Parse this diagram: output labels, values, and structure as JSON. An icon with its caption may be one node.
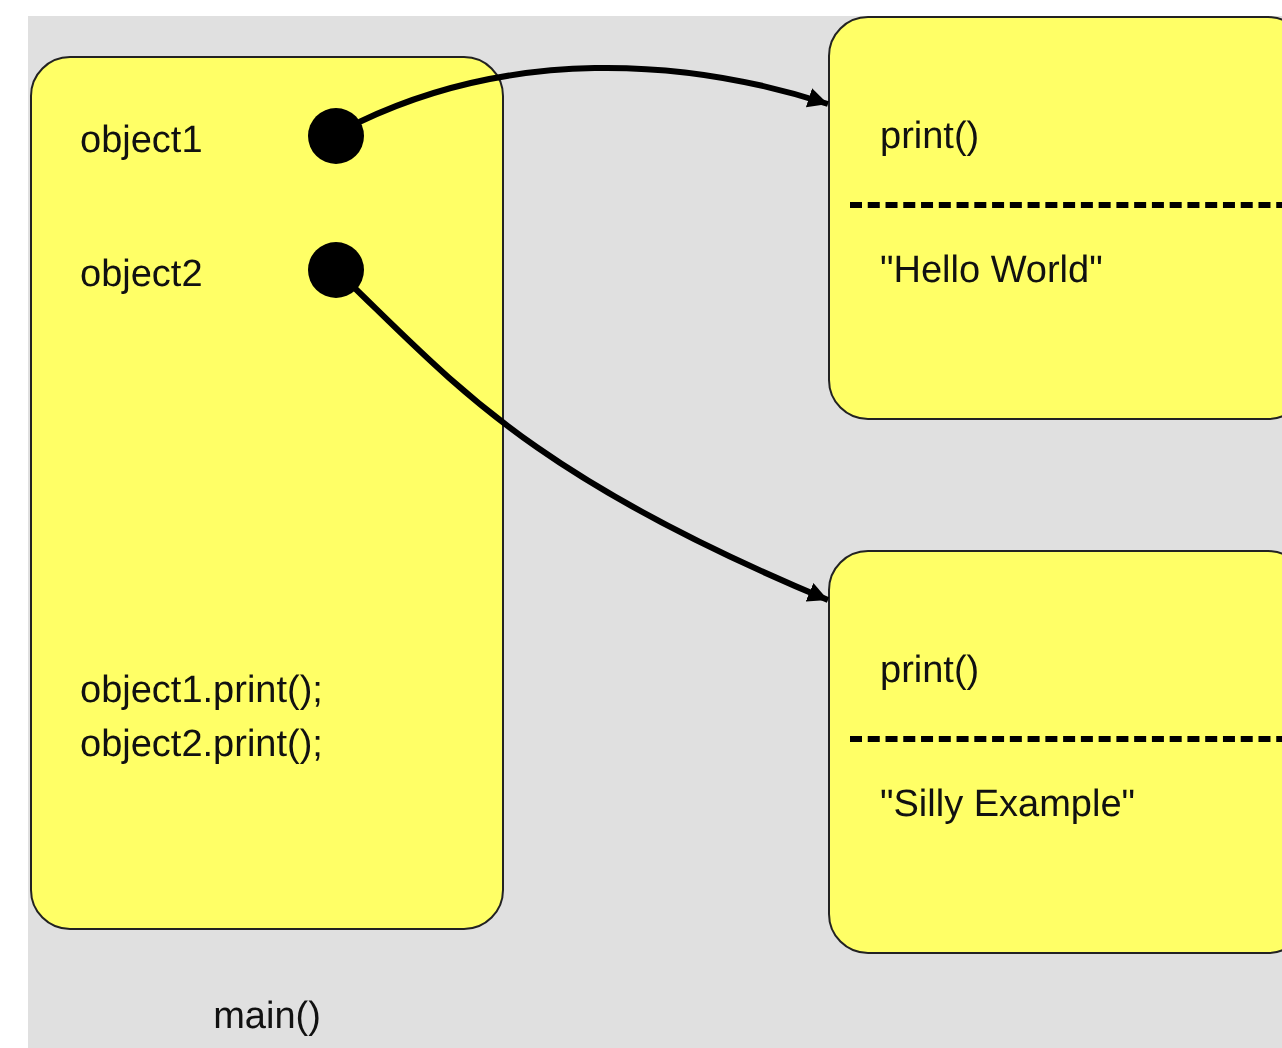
{
  "diagram": {
    "nodes": [
      {
        "text": [
          "object1",
          "object2",
          "object1.print(); object2.print();"
        ],
        "beside": [
          "main()"
        ]
      },
      {
        "text": [],
        "shape": "circle",
        "in": 0
      },
      {
        "text": [],
        "shape": "circle",
        "in": 0
      },
      {
        "text": [
          "print()",
          "\"Hello World\""
        ]
      },
      {
        "text": [
          "print()",
          "\"Silly Example\""
        ]
      }
    ],
    "edges": [
      {
        "from": 1,
        "to": 3,
        "arrow": "to"
      },
      {
        "from": 2,
        "to": 4,
        "arrow": "to"
      }
    ]
  }
}
